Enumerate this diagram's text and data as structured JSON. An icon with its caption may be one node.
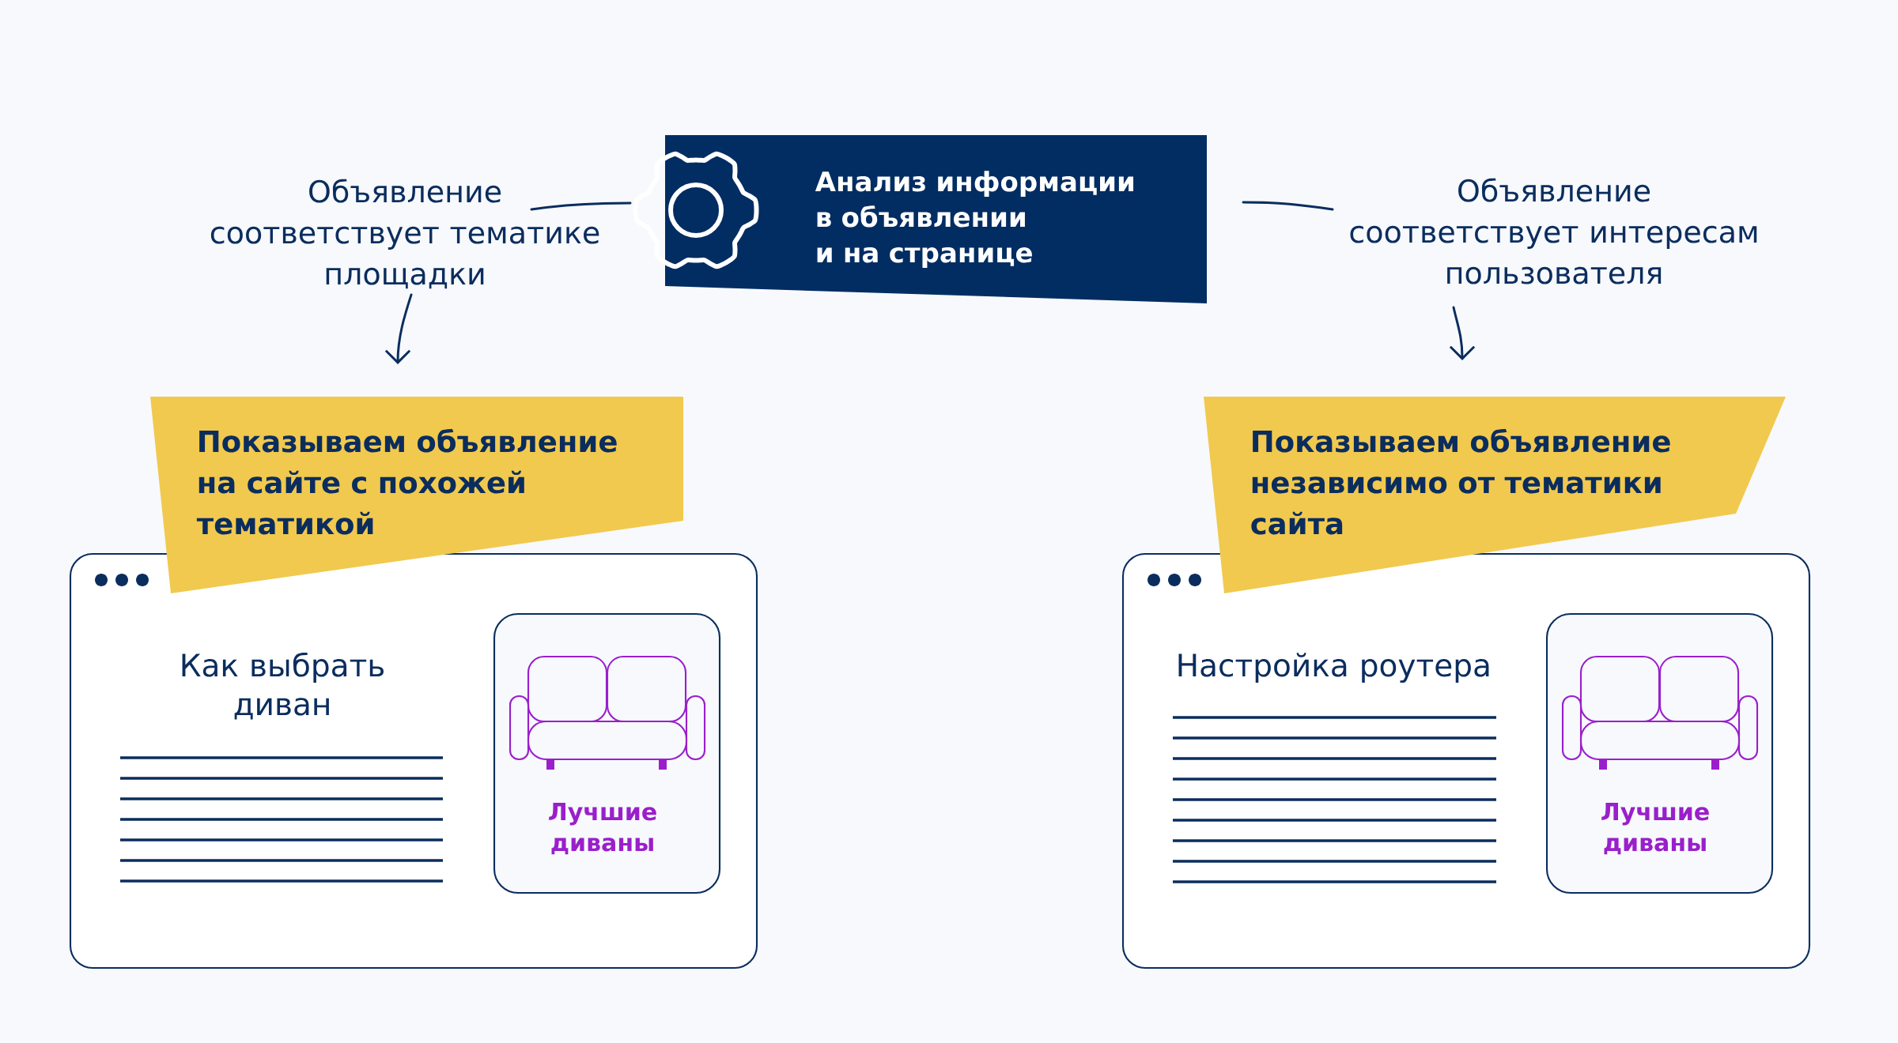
{
  "diagram": {
    "nodes": [
      {
        "text": [
          "Объявление соответствует тематике площадки"
        ]
      },
      {
        "text": [
          "Анализ информации в объявлении и на странице"
        ]
      },
      {
        "text": [
          "Объявление соответствует интересам пользователя"
        ]
      },
      {
        "text": [
          "Показываем объявление на сайте с похожей тематикой"
        ]
      },
      {
        "text": [
          "Как выбрать диван"
        ]
      },
      {
        "text": [
          "Лучшие диваны"
        ],
        "in": 4
      },
      {
        "text": [
          "Показываем объявление независимо от тематики сайта"
        ]
      },
      {
        "text": [
          "Настройка роутера"
        ]
      },
      {
        "text": [
          "Лучшие диваны"
        ],
        "in": 7
      }
    ],
    "edges": [
      {
        "from": 0,
        "to": 1,
        "arrow": "none"
      },
      {
        "from": 1,
        "to": 2,
        "arrow": "none"
      },
      {
        "from": 0,
        "to": 3,
        "arrow": "to"
      },
      {
        "from": 2,
        "to": 6,
        "arrow": "to"
      }
    ]
  }
}
